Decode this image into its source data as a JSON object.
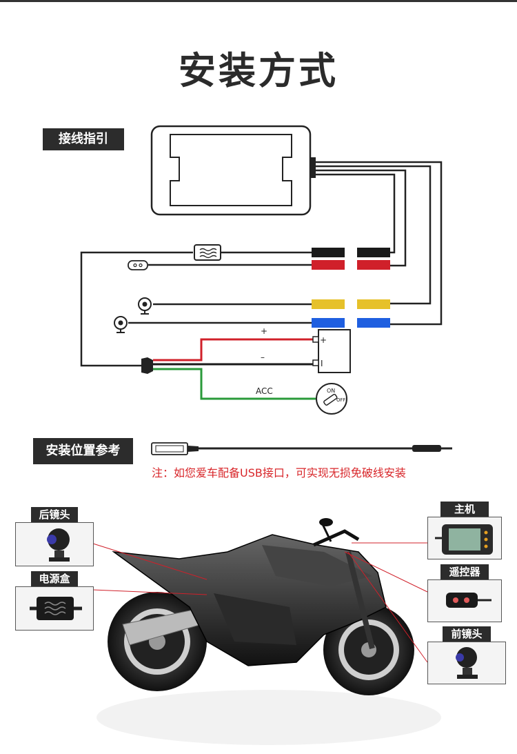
{
  "title": "安装方式",
  "sections": {
    "wiring_guide": "接线指引",
    "install_position": "安装位置参考"
  },
  "wiring": {
    "plus_label": "+",
    "minus_label": "–",
    "battery_plus": "+",
    "battery_minus": "I",
    "acc_label": "ACC",
    "switch_on": "ON",
    "switch_off": "OFF"
  },
  "note": "注：如您爱车配备USB接口，可实现无损免破线安装",
  "callouts": {
    "rear_camera": "后镜头",
    "power_box": "电源盒",
    "main_unit": "主机",
    "remote": "遥控器",
    "front_camera": "前镜头"
  },
  "colors": {
    "black_wire": "#1a1a1a",
    "red_connector": "#d0202a",
    "yellow_connector": "#e6c12a",
    "blue_connector": "#1f5fe0",
    "green_wire": "#2a9a3a",
    "label_bg": "#2c2c2c",
    "note_red": "#d8262a"
  }
}
